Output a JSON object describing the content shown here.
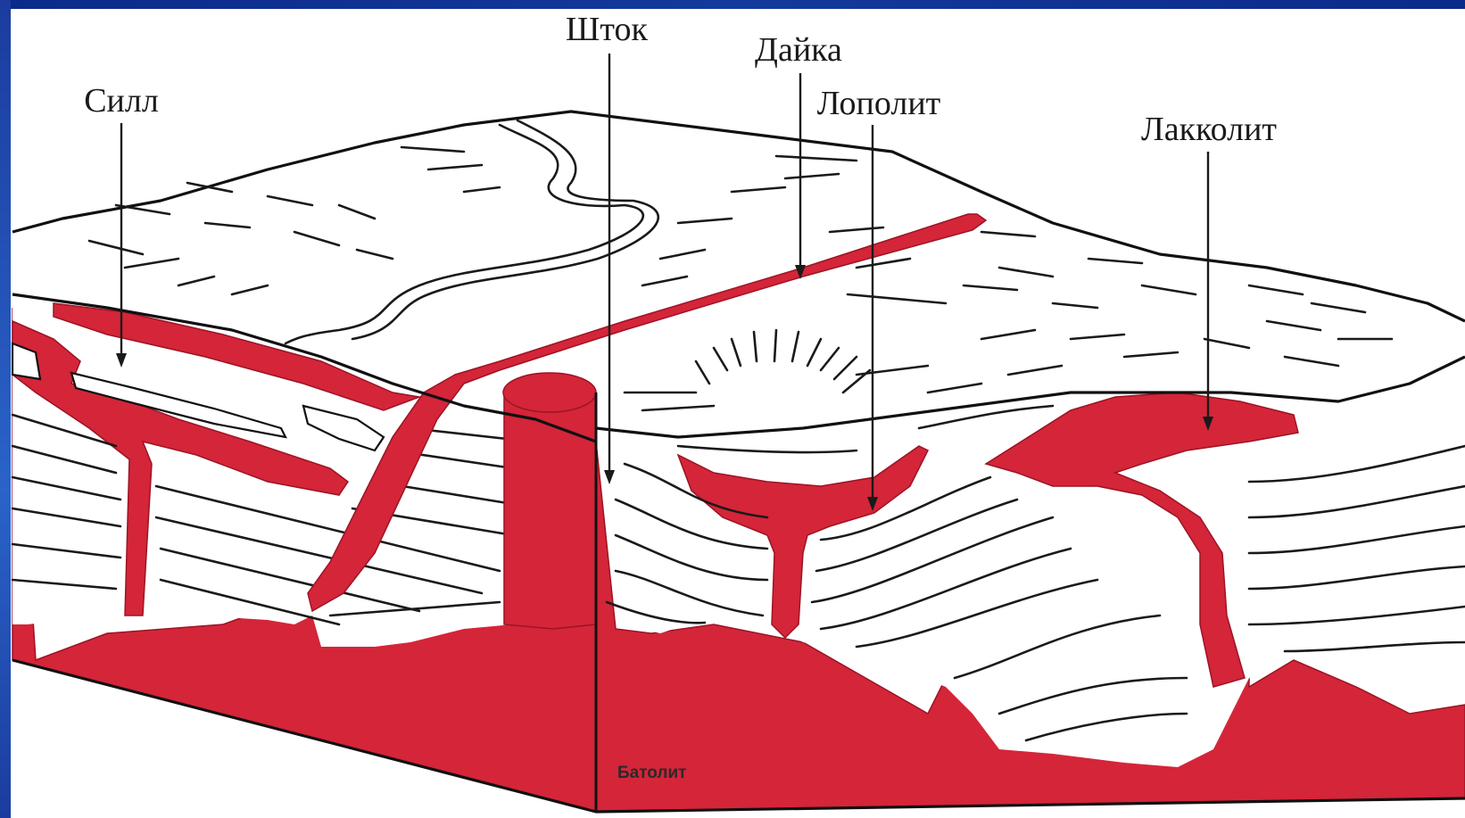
{
  "diagram": {
    "labels": {
      "sill": "Силл",
      "stock": "Шток",
      "dike": "Дайка",
      "lopolith": "Лополит",
      "laccolith": "Лакколит",
      "batholith": "Батолит"
    },
    "colors": {
      "magma": "#d42539",
      "frame": "#133a9c",
      "background": "#ffffff",
      "lines": "#1a1a1a"
    }
  }
}
